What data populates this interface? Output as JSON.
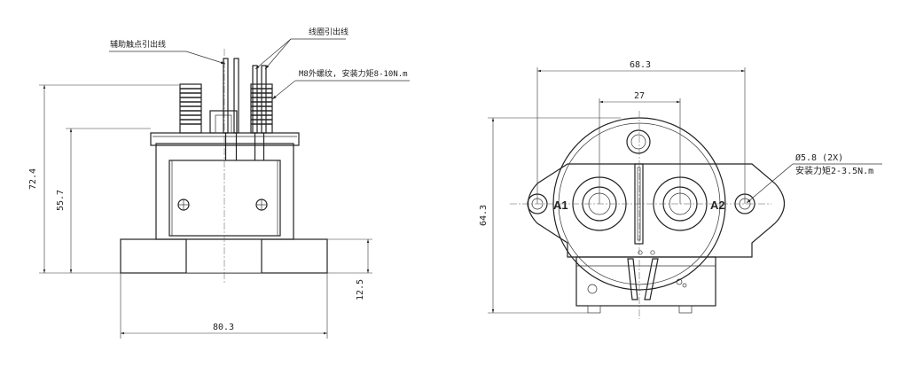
{
  "labels": {
    "aux_lead": "辅助触点引出线",
    "coil_lead": "线圈引出线",
    "thread_note": "M8外螺纹, 安装力矩8-10N.m",
    "hole_dia": "Ø5.8 (2X)",
    "hole_torque": "安装力矩2-3.5N.m",
    "terminal_a1": "A1",
    "terminal_a2": "A2"
  },
  "dimensions": {
    "total_height": "72.4",
    "body_height": "55.7",
    "base_height": "12.5",
    "base_width": "80.3",
    "flange_width": "68.3",
    "terminal_spacing": "27",
    "top_view_height": "64.3"
  }
}
